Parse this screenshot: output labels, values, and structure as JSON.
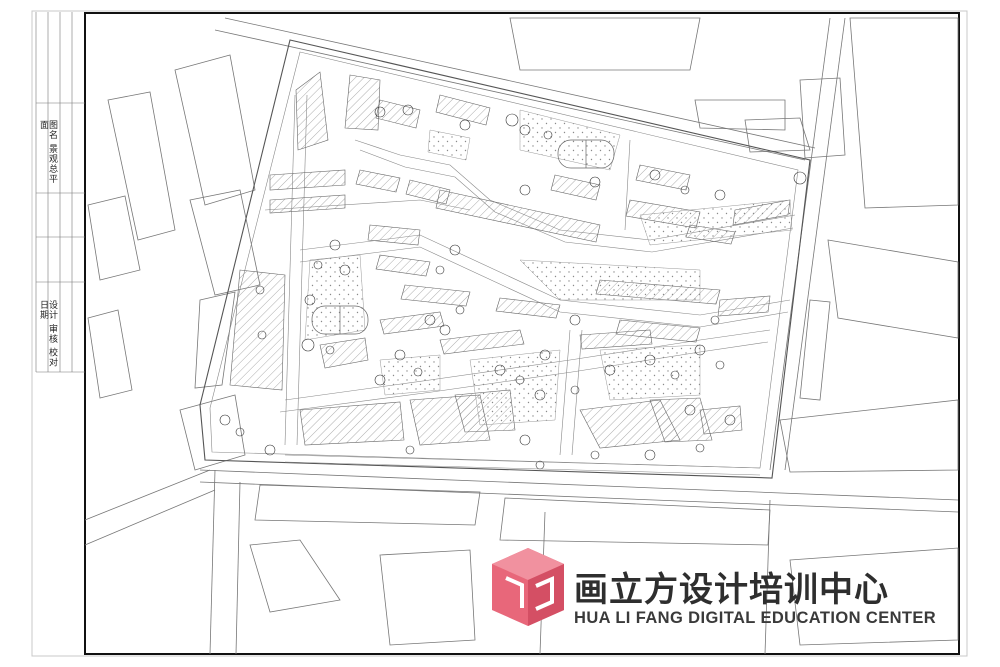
{
  "title_block": {
    "cell_top": "图名  景观总平面",
    "cell_bottom": "设计  审核  校对  日期"
  },
  "watermark": {
    "chinese": "画立方设计培训中心",
    "english": "HUA LI FANG DIGITAL EDUCATION CENTER",
    "logo_color": "#e8677a"
  },
  "colors": {
    "line": "#6f6f6f",
    "frame": "#111111",
    "hatch": "#8a8a8a"
  }
}
